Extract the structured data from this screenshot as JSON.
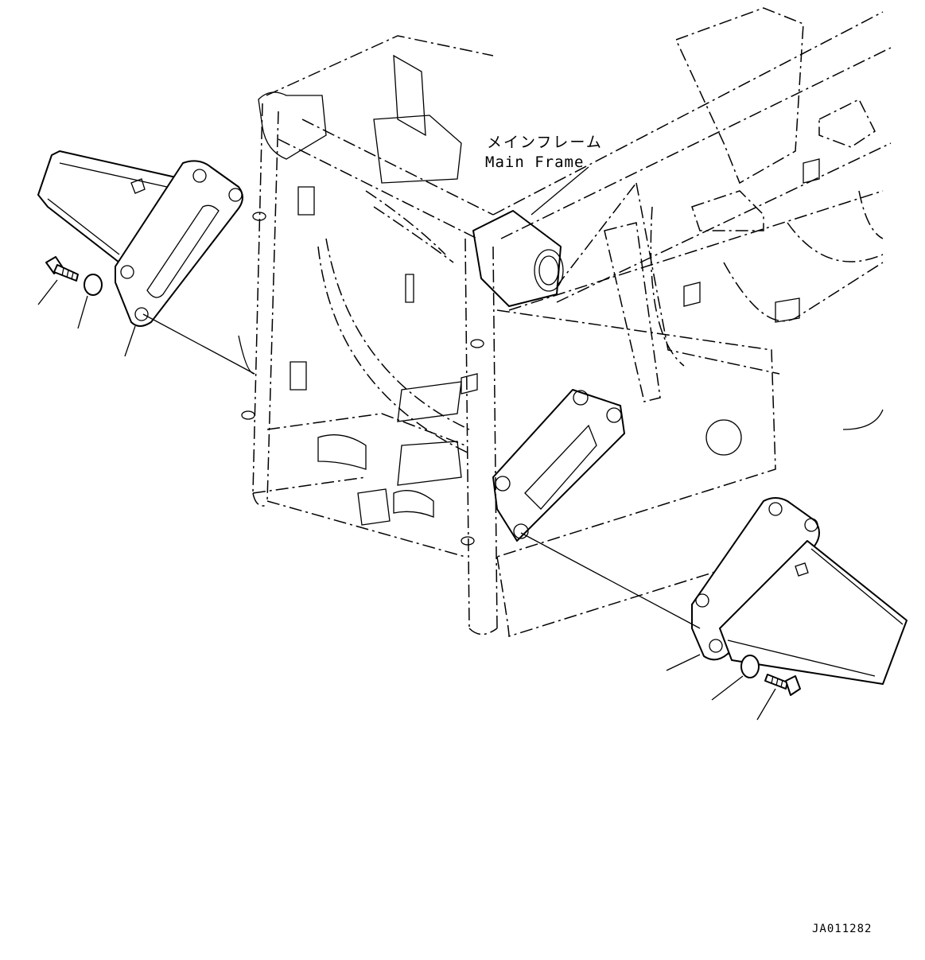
{
  "callout": {
    "name_jp": "メインフレーム",
    "name_en": "Main Frame"
  },
  "drawing_number": "JA011282"
}
